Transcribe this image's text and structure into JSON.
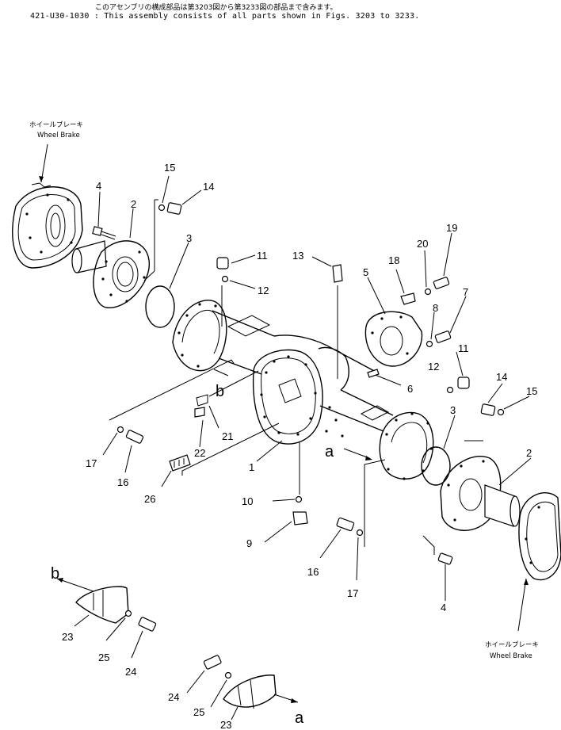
{
  "header": {
    "jp_note": "このアセンブリの構成部品は第3203図から第3233図の部品まで含みます。",
    "assembly_note": "421-U30-1030 : This assembly consists of all parts shown in Figs. 3203 to 3233."
  },
  "captions": {
    "wheel_brake_left_jp": "ホイールブレーキ",
    "wheel_brake_left_en": "Wheel Brake",
    "wheel_brake_right_jp": "ホイールブレーキ",
    "wheel_brake_right_en": "Wheel Brake"
  },
  "callouts": [
    {
      "id": "c4a",
      "text": "4"
    },
    {
      "id": "c2a",
      "text": "2"
    },
    {
      "id": "c15a",
      "text": "15"
    },
    {
      "id": "c14a",
      "text": "14"
    },
    {
      "id": "c3a",
      "text": "3"
    },
    {
      "id": "c11a",
      "text": "11"
    },
    {
      "id": "c12a",
      "text": "12"
    },
    {
      "id": "c13",
      "text": "13"
    },
    {
      "id": "c18",
      "text": "18"
    },
    {
      "id": "c20",
      "text": "20"
    },
    {
      "id": "c19",
      "text": "19"
    },
    {
      "id": "c5",
      "text": "5"
    },
    {
      "id": "c8",
      "text": "8"
    },
    {
      "id": "c7",
      "text": "7"
    },
    {
      "id": "c11b",
      "text": "11"
    },
    {
      "id": "c12b",
      "text": "12"
    },
    {
      "id": "c6",
      "text": "6"
    },
    {
      "id": "c14b",
      "text": "14"
    },
    {
      "id": "c15b",
      "text": "15"
    },
    {
      "id": "c3b",
      "text": "3"
    },
    {
      "id": "c2b",
      "text": "2"
    },
    {
      "id": "c17a",
      "text": "17"
    },
    {
      "id": "c16a",
      "text": "16"
    },
    {
      "id": "c22",
      "text": "22"
    },
    {
      "id": "c21",
      "text": "21"
    },
    {
      "id": "c1",
      "text": "1"
    },
    {
      "id": "c26",
      "text": "26"
    },
    {
      "id": "c10",
      "text": "10"
    },
    {
      "id": "c9",
      "text": "9"
    },
    {
      "id": "c16b",
      "text": "16"
    },
    {
      "id": "c17b",
      "text": "17"
    },
    {
      "id": "c4b",
      "text": "4"
    },
    {
      "id": "c23a",
      "text": "23"
    },
    {
      "id": "c25a",
      "text": "25"
    },
    {
      "id": "c24a",
      "text": "24"
    },
    {
      "id": "c24b",
      "text": "24"
    },
    {
      "id": "c25b",
      "text": "25"
    },
    {
      "id": "c23b",
      "text": "23"
    }
  ],
  "reference_marks": [
    {
      "id": "rb1",
      "text": "b"
    },
    {
      "id": "ra1",
      "text": "a"
    },
    {
      "id": "rb2",
      "text": "b"
    },
    {
      "id": "ra2",
      "text": "a"
    }
  ]
}
